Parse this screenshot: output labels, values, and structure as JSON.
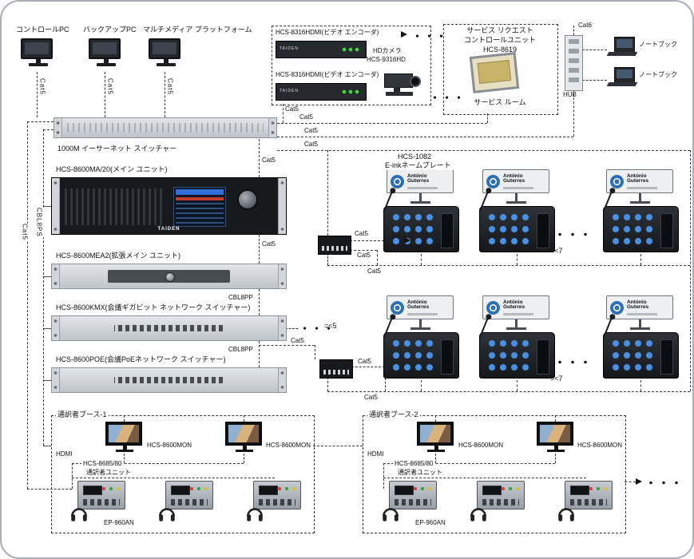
{
  "misc": {
    "dots": "・・・",
    "brand": "TAIDEN"
  },
  "pcs": {
    "control": "コントロールPC",
    "backup": "バックアップPC",
    "multimedia": "マルチメディア プラットフォーム"
  },
  "cables": {
    "cat5": "Cat5",
    "cat6": "Cat6",
    "cbl8ps": "CBL8PS",
    "cbl8pp": "CBL8PP",
    "hdmi": "HDMI"
  },
  "encoders": {
    "enc1": "HCS-8316HDMI(ビデオ エンコーダ)",
    "enc2": "HCS-8316HDMI(ビデオ エンコーダ)",
    "camera1": "HDカメラ",
    "camera2": "HCS-9316HD"
  },
  "service": {
    "line1": "サービス リクエスト",
    "line2": "コントロールユニット",
    "line3": "HCS-8619",
    "room": "サービス ルーム"
  },
  "netgear": {
    "hub": "HUB",
    "notebook": "ノートブック",
    "ethernet": "1000M  イーサーネット スイッチャー"
  },
  "racks": {
    "main": "HCS-8600MA/20(メイン ユニット)",
    "mea2": "HCS-8600MEA2(拡張メイン ユニット)",
    "kmx": "HCS-8600KMX(会議ギガビット ネットワーク スイッチャー)",
    "poe": "HCS-8600POE(会議PoEネットワーク スイッチャー)"
  },
  "conference": {
    "model": "HCS-1082",
    "type": "E-inkネームプレート",
    "nameplate": "António Guterres",
    "max7": "=<7",
    "max5": "=<5"
  },
  "booths": {
    "booth1": "通訳者ブース-1",
    "booth2": "通訳者ブース-2",
    "monitor": "HCS-8600MON",
    "unit1": "HCS-8685/80",
    "unit2": "通訳者ユニット",
    "headphone": "EP-960AN"
  }
}
